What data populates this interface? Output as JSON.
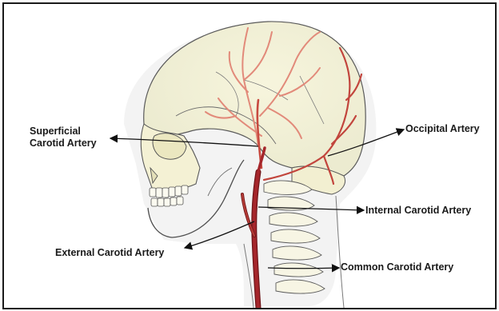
{
  "labels": {
    "superficial_line1": "Superficial",
    "superficial_line2": "Carotid Artery",
    "occipital": "Occipital Artery",
    "internal": "Internal Carotid Artery",
    "external": "External Carotid Artery",
    "common": "Common Carotid Artery"
  },
  "colors": {
    "artery": "#a5262b",
    "artery_dark": "#6e1418",
    "artery_light": "#e28a7a",
    "bone": "#f6f3d6",
    "outline": "#4a4a4a",
    "head_shadow": "#dcdcdc",
    "frame": "#1a1a1a"
  }
}
